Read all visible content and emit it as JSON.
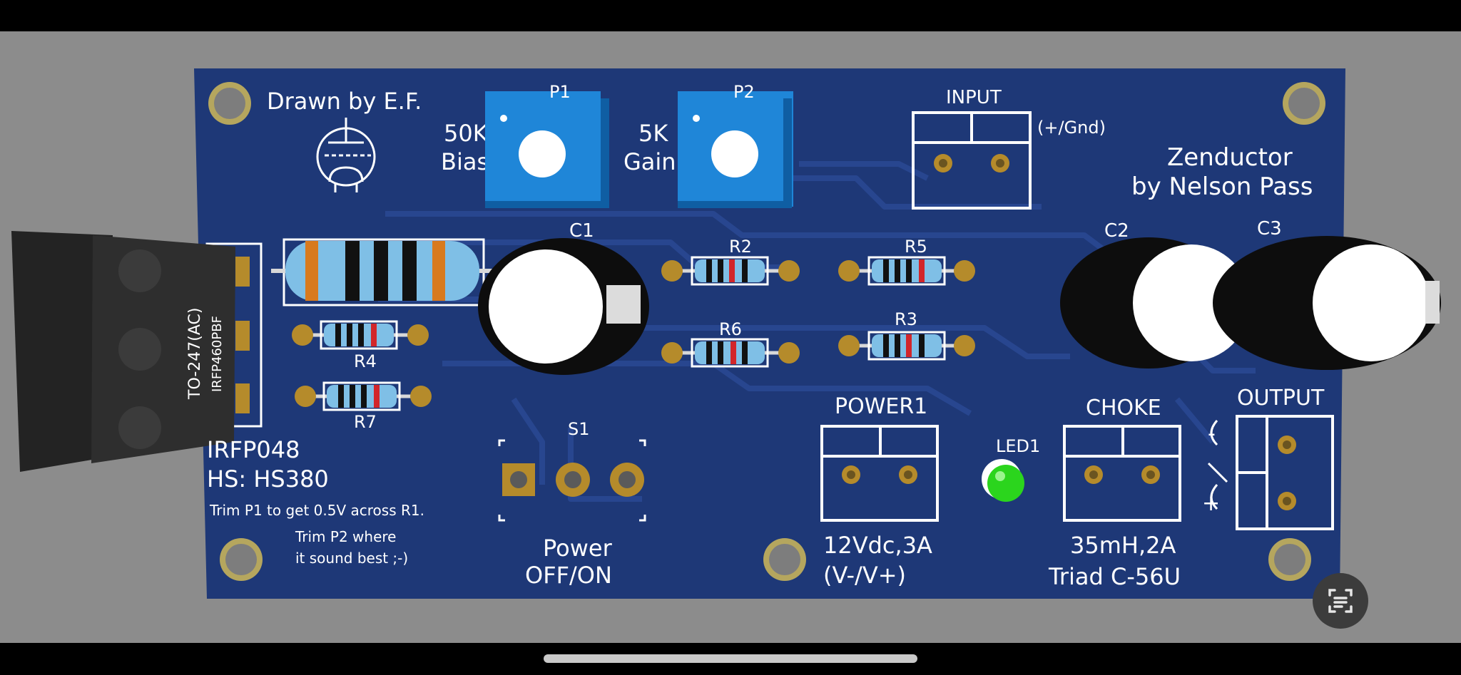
{
  "board": {
    "credit": "Drawn by E.F.",
    "title_line1": "Zenductor",
    "title_line2": "by Nelson Pass",
    "pot1": {
      "ref": "P1",
      "value": "50K",
      "role": "Bias"
    },
    "pot2": {
      "ref": "P2",
      "value": "5K",
      "role": "Gain"
    },
    "input": {
      "label": "INPUT",
      "polarity": "(+/Gnd)"
    },
    "capacitors": [
      "C1",
      "C2",
      "C3"
    ],
    "resistors": [
      "R2",
      "R5",
      "R6",
      "R3",
      "R4",
      "R7"
    ],
    "mosfet": {
      "package": "TO-247(AC)",
      "marking": "IRFP460PBF",
      "part": "IRFP048",
      "heatsink": "HS: HS380"
    },
    "notes": [
      "Trim P1 to get 0.5V across R1.",
      "Trim P2 where",
      "it sound best ;-)"
    ],
    "switch": {
      "ref": "S1",
      "label1": "Power",
      "label2": "OFF/ON"
    },
    "power": {
      "label": "POWER1",
      "spec1": "12Vdc,3A",
      "spec2": "(V-/V+)"
    },
    "led": {
      "ref": "LED1",
      "color": "#2bd51d"
    },
    "choke": {
      "label": "CHOKE",
      "spec1": "35mH,2A",
      "spec2": "Triad C-56U"
    },
    "output": {
      "label": "OUTPUT",
      "minus": "-",
      "plus": "+"
    }
  },
  "colors": {
    "pcb": "#1e3877",
    "trace": "#28468f",
    "pot": "#1f86d8",
    "background": "#8c8c8c",
    "pad": "#b58b2b"
  },
  "ui": {
    "scan_button_icon": "text-scan-icon"
  }
}
